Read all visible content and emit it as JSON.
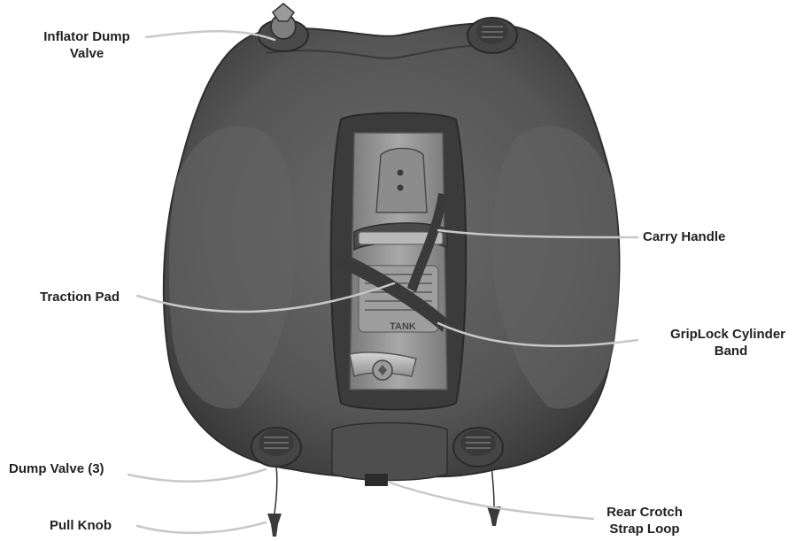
{
  "labels": {
    "inflator_dump_valve": {
      "line1": "Inflator Dump",
      "line2": "Valve"
    },
    "carry_handle": "Carry Handle",
    "traction_pad": "Traction Pad",
    "griplock_band": {
      "line1": "GripLock Cylinder",
      "line2": "Band"
    },
    "dump_valve": "Dump Valve (3)",
    "pull_knob": "Pull Knob",
    "rear_crotch": {
      "line1": "Rear Crotch",
      "line2": "Strap Loop"
    }
  },
  "product_markings": {
    "tank_text": "TANK"
  },
  "colors": {
    "label_text": "#231f20",
    "leader_line": "#c8c8c8",
    "bladder": "#5b5b5b",
    "bladder_shadow": "#3f3f3f",
    "plate": "#9a9a9a",
    "metal": "#bdbdbd"
  }
}
